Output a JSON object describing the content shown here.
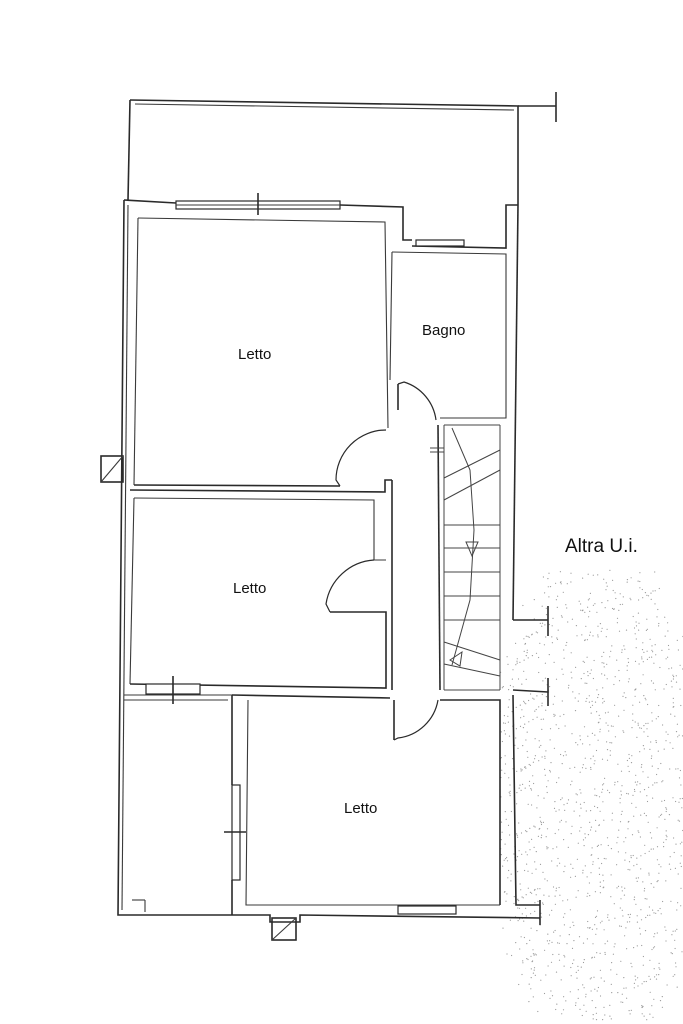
{
  "rooms": {
    "letto_top": "Letto",
    "bagno": "Bagno",
    "letto_middle": "Letto",
    "letto_bottom": "Letto"
  },
  "other_unit": "Altra U.i."
}
